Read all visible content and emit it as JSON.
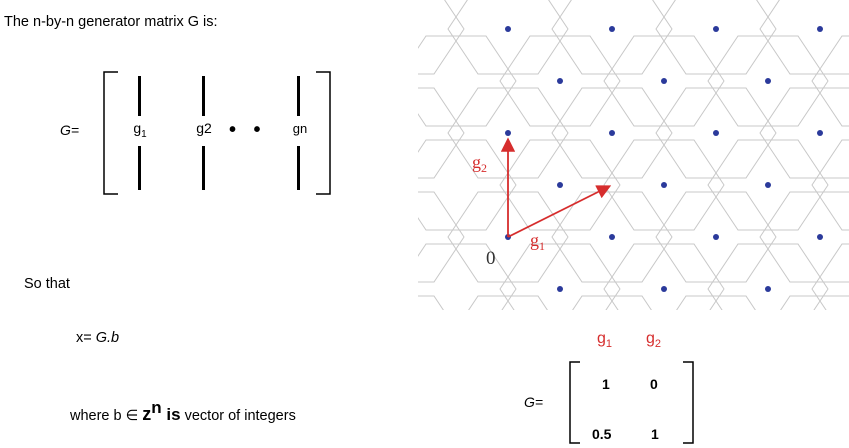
{
  "left": {
    "heading": "The n-by-n generator matrix G is:",
    "matrix_label": "G=",
    "columns": [
      {
        "base": "g",
        "sub": "1"
      },
      {
        "base": "g2",
        "sub": ""
      },
      {
        "base": "gn",
        "sub": ""
      }
    ],
    "dots": "• •",
    "so_that": "So that",
    "equation_prefix": "x= ",
    "equation_rhs": "G.b",
    "where_prefix": "where b ∈ ",
    "where_z": "z",
    "where_n": "n",
    "where_is": " is",
    "where_suffix": " vector of integers"
  },
  "lattice": {
    "origin_label": "0",
    "vector_g1": {
      "base": "g",
      "sub": "1"
    },
    "vector_g2": {
      "base": "g",
      "sub": "2"
    },
    "point_color": "#2b3a9b",
    "vector_color": "#d62d2d",
    "cell_color": "#c8c8c8"
  },
  "example": {
    "label": "G=",
    "col_headers": [
      {
        "base": "g",
        "sub": "1"
      },
      {
        "base": "g",
        "sub": "2"
      }
    ],
    "rows": [
      [
        "1",
        "0"
      ],
      [
        "0.5",
        "1"
      ]
    ]
  }
}
